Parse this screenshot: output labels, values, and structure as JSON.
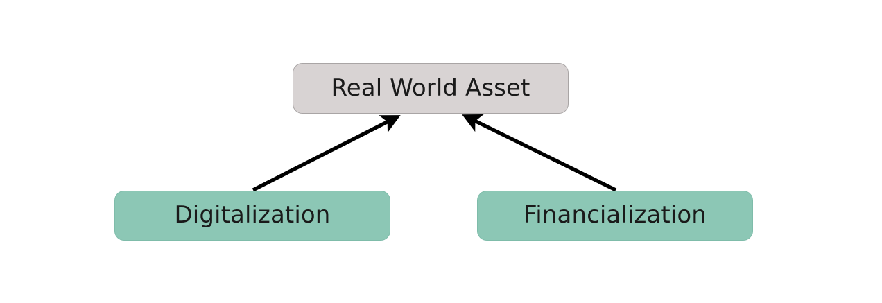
{
  "diagram": {
    "type": "flow-diagram",
    "background_color": "#ffffff",
    "nodes": [
      {
        "id": "real-world-asset",
        "label": "Real World Asset",
        "fill_color": "#d8d3d3",
        "border_color": "#a9a5a5",
        "text_color": "#1a1a1a",
        "role": "target"
      },
      {
        "id": "digitalization",
        "label": "Digitalization",
        "fill_color": "#8cc7b5",
        "border_color": "#7fbcaa",
        "text_color": "#1a1a1a",
        "role": "source"
      },
      {
        "id": "financialization",
        "label": "Financialization",
        "fill_color": "#8cc7b5",
        "border_color": "#7fbcaa",
        "text_color": "#1a1a1a",
        "role": "source"
      }
    ],
    "edges": [
      {
        "id": "edge-digitalization-to-rwa",
        "from": "digitalization",
        "to": "real-world-asset",
        "color": "#000000",
        "arrowhead": "filled-triangle",
        "direction": "up-right"
      },
      {
        "id": "edge-financialization-to-rwa",
        "from": "financialization",
        "to": "real-world-asset",
        "color": "#000000",
        "arrowhead": "filled-triangle",
        "direction": "up-left"
      }
    ]
  }
}
